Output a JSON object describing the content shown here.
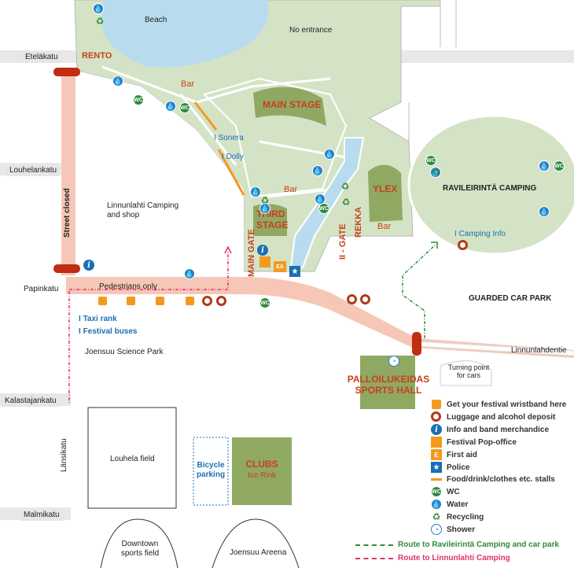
{
  "streets": {
    "etelakatu": "Eteläkatu",
    "louhelankatu": "Louhelankatu",
    "papinkatu": "Papinkatu",
    "kalastajankatu": "Kalastajankatu",
    "malmikatu": "Malmikatu",
    "lansikatu": "Länsikatu",
    "linnunlahdentie": "Linnunlahdentie",
    "street_closed": "Street closed"
  },
  "areas": {
    "beach": "Beach",
    "no_entrance": "No entrance",
    "rento": "RENTO",
    "bar1": "Bar",
    "main_stage": "MAIN STAGE",
    "sonera": "Sonera",
    "dolly": "Dolly",
    "bar2": "Bar",
    "third_stage": "THIRD STAGE",
    "main_gate": "MAIN GATE",
    "ii_gate": "II - GATE",
    "rekka": "REKKA",
    "ylex": "YLEX",
    "bar3": "Bar",
    "camping": "Linnunlahti Camping and shop",
    "raviraleirinta": "RAVILEIRINTÄ CAMPING",
    "camping_info": "Camping Info",
    "guarded_car_park": "GUARDED CAR PARK",
    "pedestrians_only": "Pedestrians only",
    "taxi_rank": "Taxi rank",
    "festival_buses": "Festival buses",
    "science_park": "Joensuu Science Park",
    "turning_point": "Turning point for cars",
    "sports_hall": "PALLOILUKEIDAS SPORTS HALL",
    "louhela_field": "Louhela field",
    "bicycle_parking": "Bicycle parking",
    "clubs": "CLUBS",
    "ice_rink": "Ice Rink",
    "downtown_field": "Downtown sports field",
    "joensuu_areena": "Joensuu Areena",
    "ea": "EA"
  },
  "legend": {
    "items": [
      {
        "label": "Get your festival wristband here",
        "icon": "wristband-icon"
      },
      {
        "label": "Luggage and alcohol deposit",
        "icon": "luggage-icon"
      },
      {
        "label": "Info and band merchandice",
        "icon": "info-icon"
      },
      {
        "label": "Festival Pop-office",
        "icon": "pop-office-icon"
      },
      {
        "label": "First aid",
        "icon": "first-aid-icon"
      },
      {
        "label": "Police",
        "icon": "police-icon"
      },
      {
        "label": "Food/drink/clothes etc. stalls",
        "icon": "stalls-icon"
      },
      {
        "label": "WC",
        "icon": "wc-icon"
      },
      {
        "label": "Water",
        "icon": "water-icon"
      },
      {
        "label": "Recycling",
        "icon": "recycling-icon"
      },
      {
        "label": "Shower",
        "icon": "shower-icon"
      }
    ],
    "route_green": "Route to Ravileirintä Camping and car park",
    "route_pink": "Route to Linnunlahti Camping"
  },
  "symbols": {
    "wc": "WC",
    "first_aid_letter": "E",
    "info_letter": "i",
    "water_glyph": "💧",
    "police_glyph": "★",
    "recycling_glyph": "♻"
  },
  "colors": {
    "park_green": "#d4e3c6",
    "stage_green": "#8fa963",
    "water_blue": "#b8dcee",
    "road_pink": "#f6c7b6",
    "accent_red": "#c8401c",
    "info_blue": "#1a6fb5",
    "route_green": "#2f8a3e",
    "route_pink": "#e0336f"
  }
}
